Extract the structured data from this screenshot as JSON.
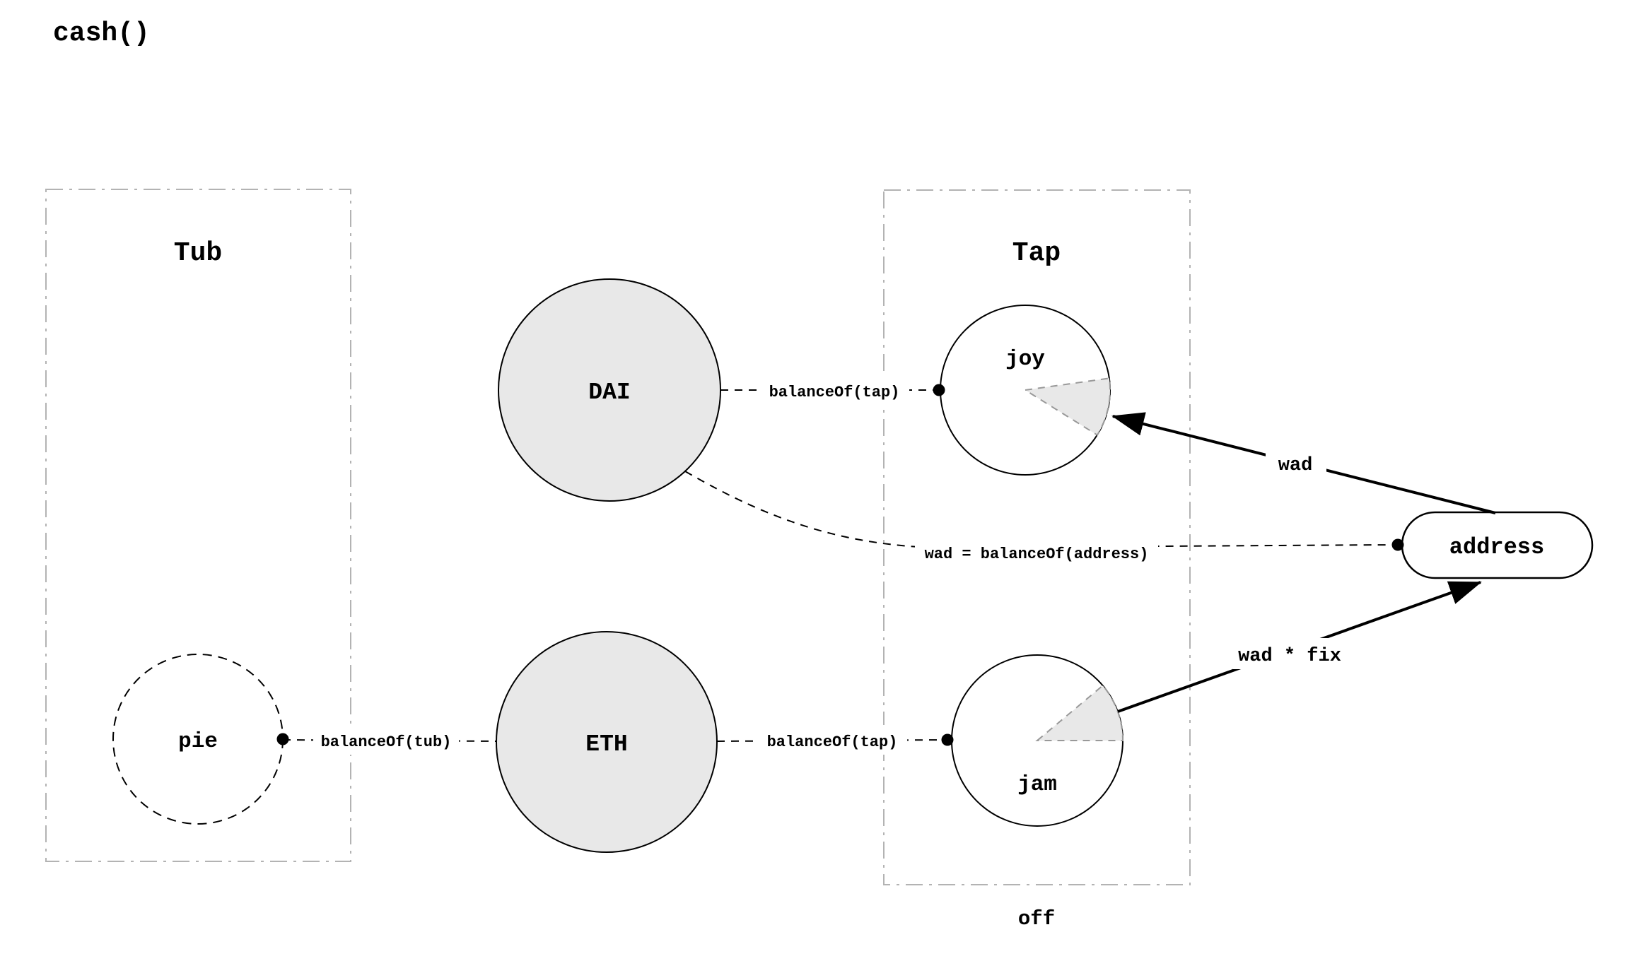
{
  "title": "cash()",
  "groups": {
    "tub": {
      "label": "Tub"
    },
    "tap": {
      "label": "Tap",
      "footer": "off"
    }
  },
  "nodes": {
    "pie": {
      "label": "pie",
      "shape": "dashed-circle"
    },
    "dai": {
      "label": "DAI",
      "shape": "filled-circle"
    },
    "eth": {
      "label": "ETH",
      "shape": "filled-circle"
    },
    "joy": {
      "label": "joy",
      "shape": "circle-with-wedge"
    },
    "jam": {
      "label": "jam",
      "shape": "circle-with-wedge"
    },
    "address": {
      "label": "address",
      "shape": "pill"
    }
  },
  "edges": {
    "pie_eth": {
      "label": "balanceOf(tub)",
      "style": "dashed"
    },
    "dai_joy": {
      "label": "balanceOf(tap)",
      "style": "dashed"
    },
    "eth_jam": {
      "label": "balanceOf(tap)",
      "style": "dashed"
    },
    "dai_address": {
      "label": "wad = balanceOf(address)",
      "style": "dashed"
    },
    "address_joy": {
      "label": "wad",
      "style": "solid-arrow"
    },
    "jam_address": {
      "label": "wad * fix",
      "style": "solid-arrow"
    }
  },
  "colors": {
    "background": "#ffffff",
    "node_fill": "#e8e8e8",
    "wedge_fill": "#e8e8e8",
    "wedge_border": "#999999",
    "box_border": "#b3b3b3",
    "line": "#000000"
  }
}
